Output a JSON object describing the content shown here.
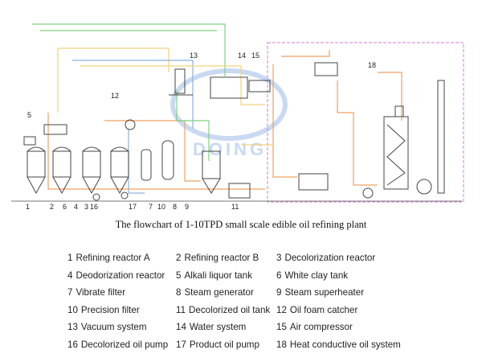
{
  "diagram": {
    "caption": "The flowchart of 1-10TPD small scale edible oil refining plant",
    "watermark": "DOING",
    "colors": {
      "equipment": "#444444",
      "pipe_green": "#7fd17f",
      "pipe_yellow": "#f2d27a",
      "pipe_orange": "#f0a060",
      "pipe_blue": "#8db0e0",
      "boundary": "#d57bd5",
      "watermark": "#c9d9f2"
    },
    "callouts": [
      "1",
      "2",
      "3",
      "4",
      "5",
      "6",
      "7",
      "8",
      "9",
      "10",
      "11",
      "12",
      "13",
      "14",
      "15",
      "16",
      "17",
      "18"
    ]
  },
  "legend": [
    [
      {
        "num": "1",
        "label": "Refining reactor A"
      },
      {
        "num": "2",
        "label": "Refining reactor B"
      },
      {
        "num": "3",
        "label": "Decolorization reactor"
      }
    ],
    [
      {
        "num": "4",
        "label": "Deodorization reactor"
      },
      {
        "num": "5",
        "label": "Alkali liquor tank"
      },
      {
        "num": "6",
        "label": "White clay tank"
      }
    ],
    [
      {
        "num": "7",
        "label": "Vibrate filter"
      },
      {
        "num": "8",
        "label": "Steam generator"
      },
      {
        "num": "9",
        "label": "Steam superheater"
      }
    ],
    [
      {
        "num": "10",
        "label": "Precision filter"
      },
      {
        "num": "11",
        "label": "Decolorized oil tank"
      },
      {
        "num": "12",
        "label": "Oil foam catcher"
      }
    ],
    [
      {
        "num": "13",
        "label": "Vacuum system"
      },
      {
        "num": "14",
        "label": "Water system"
      },
      {
        "num": "15",
        "label": "Air compressor"
      }
    ],
    [
      {
        "num": "16",
        "label": "Decolorized oil pump"
      },
      {
        "num": "17",
        "label": "Product oil pump"
      },
      {
        "num": "18",
        "label": "Heat conductive oil system"
      }
    ]
  ]
}
